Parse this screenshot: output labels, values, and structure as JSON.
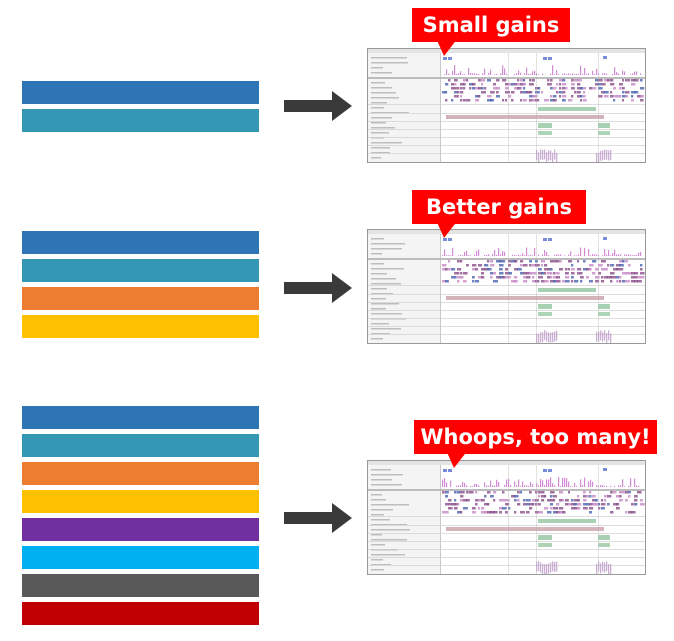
{
  "colors": {
    "blue": "#2E75B6",
    "teal": "#3497B4",
    "orange": "#ED7D31",
    "gold": "#FFC000",
    "purple": "#7030A0",
    "sky": "#00B0F0",
    "gray": "#595959",
    "red": "#C00000",
    "arrow": "#3a3a3a",
    "callout": "#FF0000"
  },
  "rows": [
    {
      "bars": [
        "blue",
        "teal"
      ],
      "callout": "Small gains"
    },
    {
      "bars": [
        "blue",
        "teal",
        "orange",
        "gold"
      ],
      "callout": "Better gains"
    },
    {
      "bars": [
        "blue",
        "teal",
        "orange",
        "gold",
        "purple",
        "sky",
        "gray",
        "red"
      ],
      "callout": "Whoops, too many!"
    }
  ],
  "screenshot_icons": [
    "arrow-right-icon",
    "profiler-screenshot-thumbnail"
  ]
}
